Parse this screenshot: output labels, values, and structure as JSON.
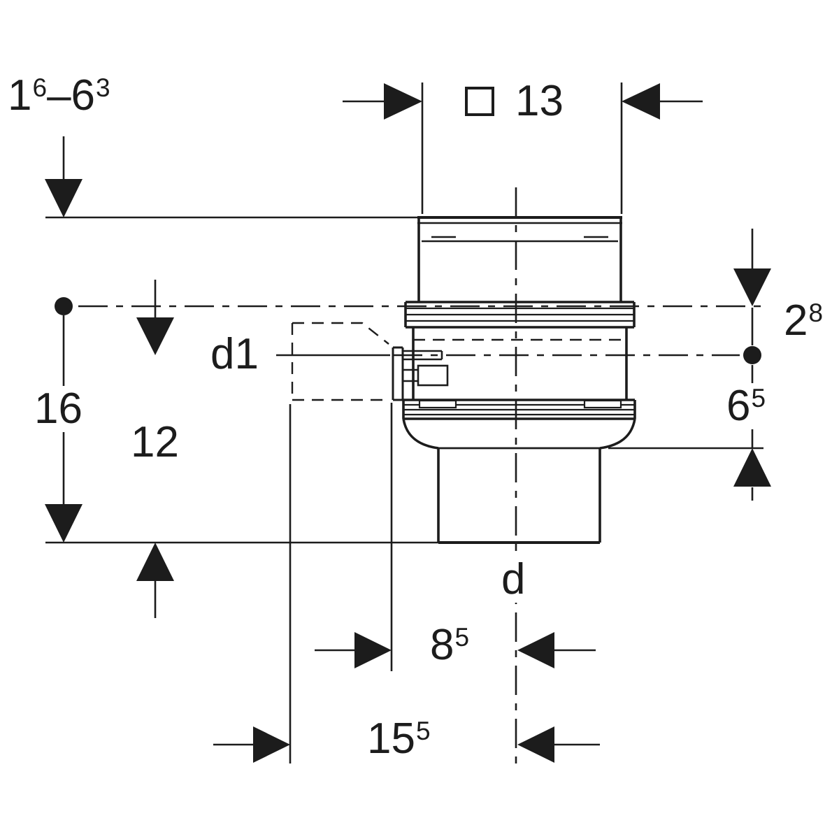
{
  "drawing": {
    "type": "dimensioned technical line drawing of a drain pipe fitting",
    "dimension_labels": {
      "adjust_range": {
        "value1": "1",
        "value1_sup": "6",
        "separator": "–",
        "value2": "6",
        "value2_sup": "3"
      },
      "square_top_width": {
        "value": "13"
      },
      "top_to_axis_right": {
        "value": "2",
        "sup": "8"
      },
      "axis_to_flange_bottom_right": {
        "value": "6",
        "sup": "5"
      },
      "total_height_left": {
        "value": "16"
      },
      "axis_to_outlet_end_left": {
        "value": "12"
      },
      "side_inlet": {
        "value": "d1"
      },
      "outlet": {
        "value": "d"
      },
      "inlet_face_to_center": {
        "value": "8",
        "sup": "5"
      },
      "inlet_end_to_center": {
        "value": "15",
        "sup": "5"
      }
    },
    "icons": {
      "square_symbol": "square-outline",
      "datum_marker": "filled-circle"
    },
    "colors": {
      "line": "#1c1c1c",
      "background": "#ffffff"
    }
  }
}
